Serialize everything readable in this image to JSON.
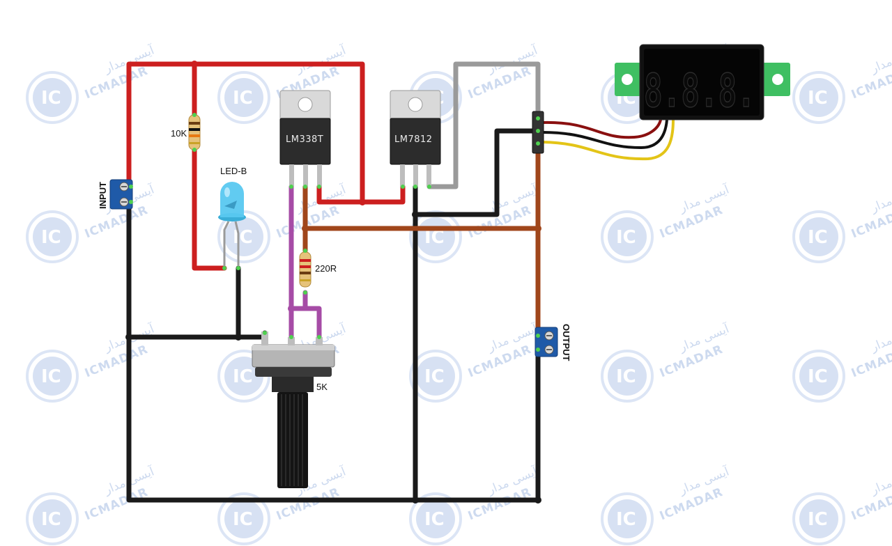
{
  "watermark": {
    "brand_latin": "ICMADAR",
    "brand_persian": "آیسی مدار",
    "logo_text": "IC"
  },
  "labels": {
    "input": "INPUT",
    "output": "OUTPUT",
    "r1": "10K",
    "led": "LED-B",
    "r2": "220R",
    "pot": "5K",
    "reg1": "LM338T",
    "reg2": "LM7812"
  },
  "display": {
    "reading": "8.8.8."
  },
  "colors": {
    "red_wire": "#cc1f1f",
    "black_wire": "#1a1a1a",
    "purple_wire": "#a64ca6",
    "brown_wire": "#a0461b",
    "gray_wire": "#999999",
    "yellow_wire": "#e3c417",
    "terminal_blue": "#1f5aa8",
    "led_blue": "#58c8f0",
    "pcb_green": "#3fbf62"
  }
}
